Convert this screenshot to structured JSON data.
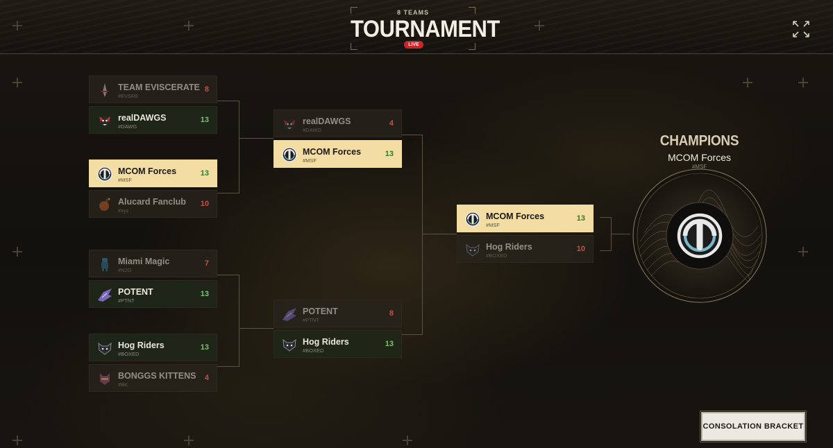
{
  "header": {
    "subtitle": "8 TEAMS",
    "title": "TOURNAMENT",
    "live_badge": "LIVE"
  },
  "colors": {
    "champion_highlight": "#f4dda2",
    "win_score": "#7bc46a",
    "lose_score": "#c4504a",
    "live_badge": "#c8262b",
    "connector": "#5a5244"
  },
  "bracket": {
    "quarterfinals": [
      {
        "top": {
          "name": "TEAM EVISCERATE",
          "tag": "#EVSR8",
          "score": "8",
          "logo": "blade-icon"
        },
        "bottom": {
          "name": "realDAWGS",
          "tag": "#DAWG",
          "score": "13",
          "logo": "dog-icon"
        }
      },
      {
        "top": {
          "name": "MCOM Forces",
          "tag": "#MSF",
          "score": "13",
          "logo": "mcom-emblem-icon"
        },
        "bottom": {
          "name": "Alucard Fanclub",
          "tag": "#xyz",
          "score": "10",
          "logo": "bomb-icon"
        }
      },
      {
        "top": {
          "name": "Miami Magic",
          "tag": "#N2O",
          "score": "7",
          "logo": "magic-figure-icon"
        },
        "bottom": {
          "name": "POTENT",
          "tag": "#PTNT",
          "score": "13",
          "logo": "potent-wing-icon"
        }
      },
      {
        "top": {
          "name": "Hog Riders",
          "tag": "#BOXED",
          "score": "13",
          "logo": "boar-icon"
        },
        "bottom": {
          "name": "BONGGS KITTENS",
          "tag": "#BK",
          "score": "4",
          "logo": "kitten-icon"
        }
      }
    ],
    "semifinals": [
      {
        "top": {
          "name": "realDAWGS",
          "tag": "#DAWG",
          "score": "4",
          "logo": "dog-icon"
        },
        "bottom": {
          "name": "MCOM Forces",
          "tag": "#MSF",
          "score": "13",
          "logo": "mcom-emblem-icon"
        }
      },
      {
        "top": {
          "name": "POTENT",
          "tag": "#PTNT",
          "score": "8",
          "logo": "potent-wing-icon"
        },
        "bottom": {
          "name": "Hog Riders",
          "tag": "#BOXED",
          "score": "13",
          "logo": "boar-icon"
        }
      }
    ],
    "final": {
      "top": {
        "name": "MCOM Forces",
        "tag": "#MSF",
        "score": "13",
        "logo": "mcom-emblem-icon"
      },
      "bottom": {
        "name": "Hog Riders",
        "tag": "#BOXED",
        "score": "10",
        "logo": "boar-icon"
      }
    }
  },
  "champions": {
    "label": "CHAMPIONS",
    "team": "MCOM Forces",
    "tag": "#MSF",
    "logo": "mcom-emblem-icon"
  },
  "consolation_button": "CONSOLATION BRACKET"
}
